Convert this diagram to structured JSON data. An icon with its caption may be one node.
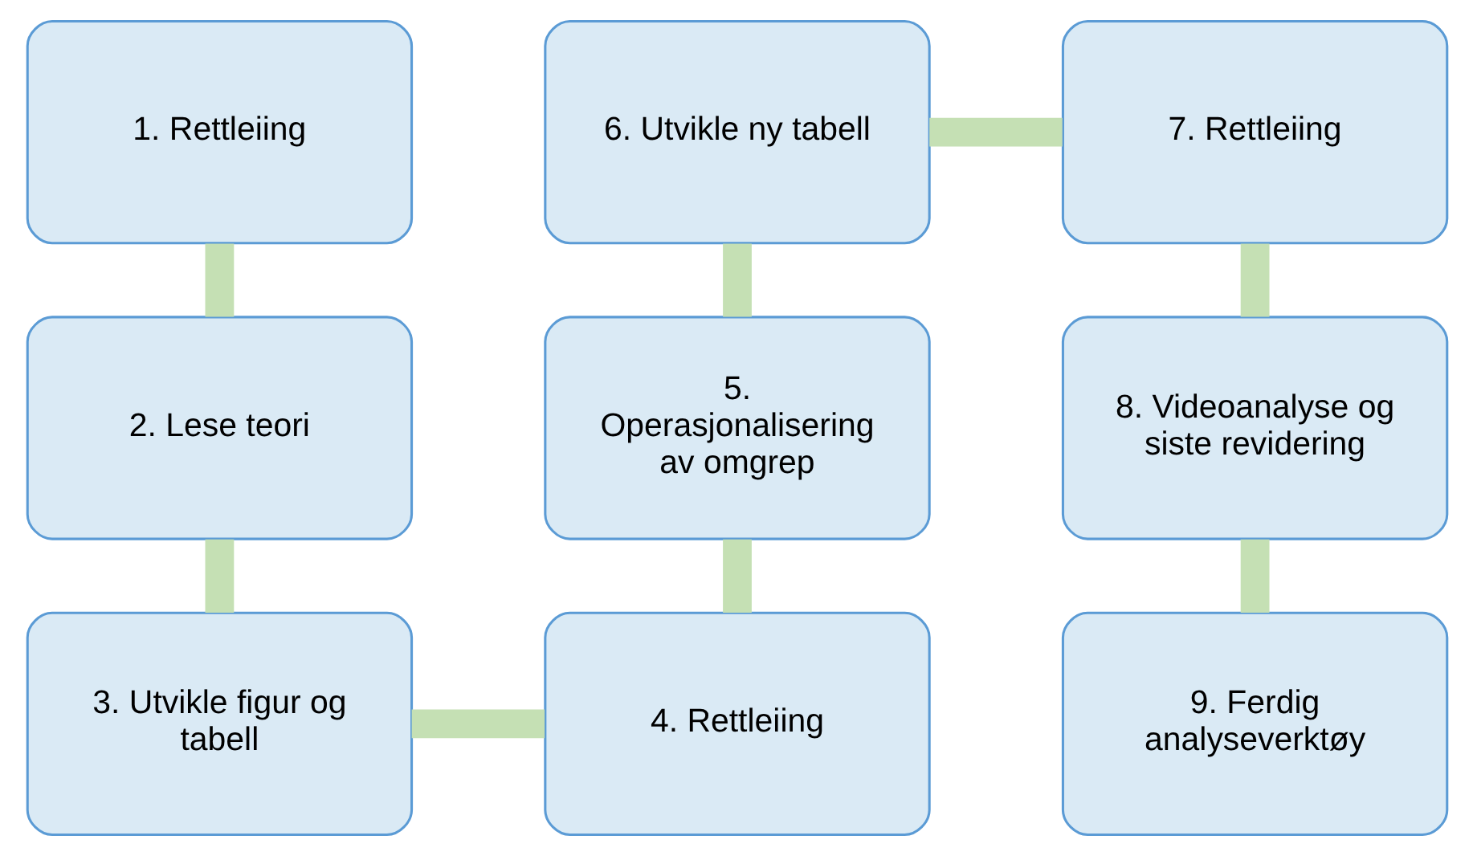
{
  "diagram": {
    "nodes": [
      {
        "text": [
          "1. Rettleiing"
        ]
      },
      {
        "text": [
          "2. Lese teori"
        ]
      },
      {
        "text": [
          "3. Utvikle figur og tabell"
        ]
      },
      {
        "text": [
          "4. Rettleiing"
        ]
      },
      {
        "text": [
          "5. Operasjonalisering av omgrep"
        ]
      },
      {
        "text": [
          "6. Utvikle ny tabell"
        ]
      },
      {
        "text": [
          "7. Rettleiing"
        ]
      },
      {
        "text": [
          "8. Videoanalyse og siste revidering"
        ]
      },
      {
        "text": [
          "9. Ferdig analyseverktøy"
        ]
      }
    ],
    "edges": [
      {
        "from": 0,
        "to": 1,
        "arrow": "none"
      },
      {
        "from": 1,
        "to": 2,
        "arrow": "none"
      },
      {
        "from": 2,
        "to": 3,
        "arrow": "none"
      },
      {
        "from": 3,
        "to": 4,
        "arrow": "none"
      },
      {
        "from": 4,
        "to": 5,
        "arrow": "none"
      },
      {
        "from": 5,
        "to": 6,
        "arrow": "none"
      },
      {
        "from": 6,
        "to": 7,
        "arrow": "none"
      },
      {
        "from": 7,
        "to": 8,
        "arrow": "none"
      }
    ]
  }
}
